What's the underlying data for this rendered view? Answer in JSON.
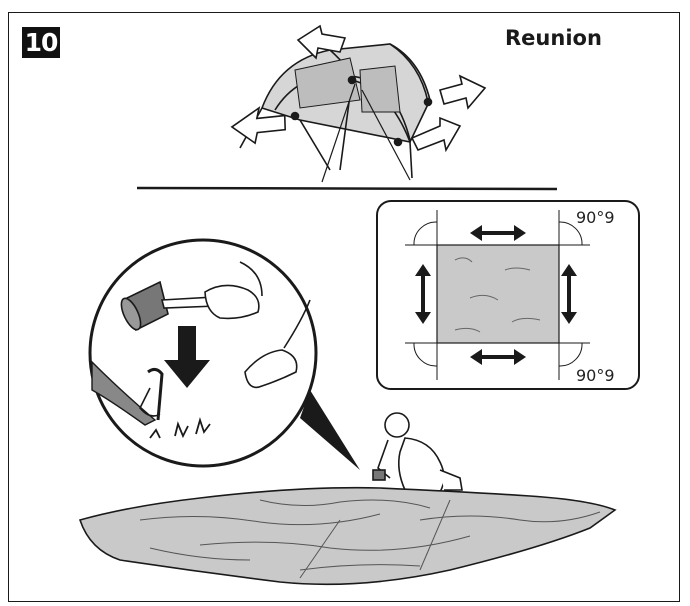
{
  "header": {
    "step_number": "10",
    "product_name": "Reunion"
  },
  "diagram": {
    "angle_top": "90°9",
    "angle_bottom": "90°9"
  },
  "colors": {
    "fabric": "#c9c9c9",
    "outline": "#1a1a1a",
    "background": "#ffffff"
  }
}
